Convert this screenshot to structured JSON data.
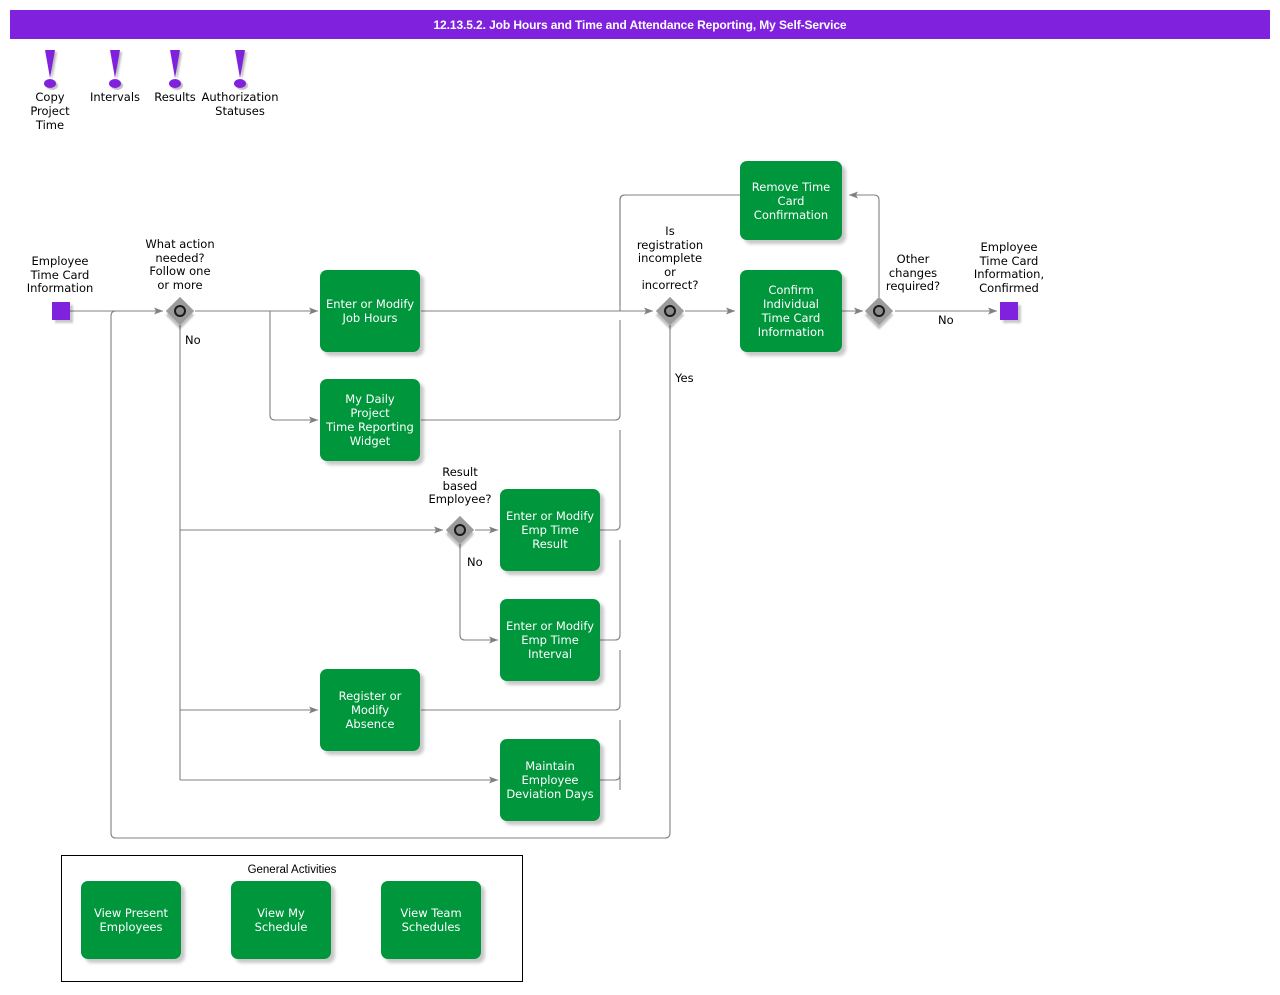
{
  "window": {
    "title": "12.13.5.2. Job Hours and Time and Attendance Reporting, My Self-Service",
    "title_bar_color": "#8022dd"
  },
  "colors": {
    "accent_purple": "#8022dd",
    "task_green": "#00963c",
    "gateway_gray": "#9b9b9b",
    "connector_gray": "#808080",
    "text_black": "#000000",
    "task_text": "#ffffff"
  },
  "annotations": [
    {
      "icon": "exclamation-icon",
      "label": "Copy\nProject\nTime"
    },
    {
      "icon": "exclamation-icon",
      "label": "Intervals"
    },
    {
      "icon": "exclamation-icon",
      "label": "Results"
    },
    {
      "icon": "exclamation-icon",
      "label": "Authorization\nStatuses"
    }
  ],
  "data_objects": [
    {
      "name": "start-data-object",
      "label": "Employee\nTime Card\nInformation"
    },
    {
      "name": "end-data-object",
      "label": "Employee\nTime Card\nInformation,\nConfirmed"
    }
  ],
  "gateways": [
    {
      "name": "gateway-what-action-needed",
      "label": "What action\nneeded?\nFollow one\nor more",
      "branch_label": "No"
    },
    {
      "name": "gateway-result-based-employee",
      "label": "Result\nbased\nEmployee?",
      "branch_label": "No"
    },
    {
      "name": "gateway-registration-incomplete",
      "label": "Is\nregistration\nincomplete\nor\nincorrect?",
      "branch_label": "Yes"
    },
    {
      "name": "gateway-other-changes-required",
      "label": "Other\nchanges\nrequired?",
      "branch_label": "No"
    }
  ],
  "tasks": [
    {
      "name": "task-enter-or-modify-job-hours",
      "label": "Enter or Modify\nJob Hours"
    },
    {
      "name": "task-my-daily-project-time-reporting-widget",
      "label": "My Daily Project\nTime Reporting\nWidget"
    },
    {
      "name": "task-enter-or-modify-emp-time-result",
      "label": "Enter or Modify\nEmp Time Result"
    },
    {
      "name": "task-enter-or-modify-emp-time-interval",
      "label": "Enter or Modify\nEmp Time\nInterval"
    },
    {
      "name": "task-register-or-modify-absence",
      "label": "Register or\nModify Absence"
    },
    {
      "name": "task-maintain-employee-deviation-days",
      "label": "Maintain\nEmployee\nDeviation Days"
    },
    {
      "name": "task-remove-time-card-confirmation",
      "label": "Remove Time\nCard\nConfirmation"
    },
    {
      "name": "task-confirm-individual-time-card-information",
      "label": "Confirm\nIndividual\nTime Card\nInformation"
    }
  ],
  "general_activities": {
    "title": "General Activities",
    "tasks": [
      {
        "name": "task-view-present-employees",
        "label": "View Present\nEmployees"
      },
      {
        "name": "task-view-my-schedule",
        "label": "View My\nSchedule"
      },
      {
        "name": "task-view-team-schedules",
        "label": "View Team\nSchedules"
      }
    ]
  }
}
